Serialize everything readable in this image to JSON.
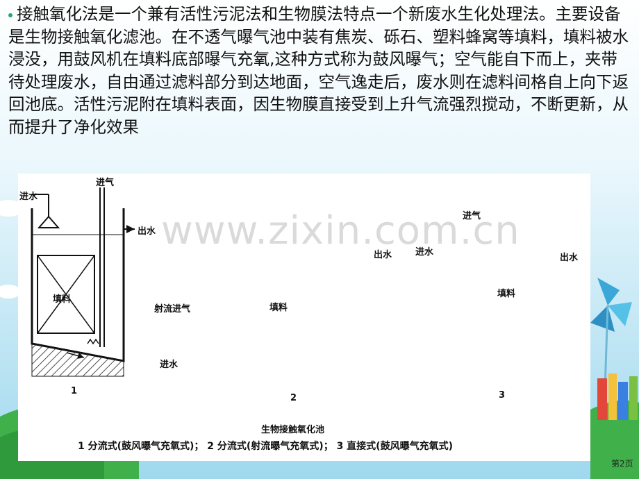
{
  "slide": {
    "paragraph": "接触氧化法是一个兼有活性污泥法和生物膜法特点一个新废水生化处理法。主要设备是生物接触氧化滤池。在不透气曝气池中装有焦炭、砾石、塑料蜂窝等填料，填料被水浸没，用鼓风机在填料底部曝气充氧,这种方式称为鼓风曝气；空气能自下而上，夹带待处理废水，自由通过滤料部分到达地面，空气逸走后，废水则在滤料间格自上向下返回池底。活性污泥附在填料表面，因生物膜直接受到上升气流强烈搅动，不断更新，从而提升了净化效果",
    "page_number": "第2页",
    "watermark": "www.zixin.com.cn"
  },
  "figure": {
    "d1": {
      "in_water": "进水",
      "in_air": "进气",
      "out_water": "出水",
      "media": "填料",
      "number": "1"
    },
    "d2": {
      "jet_air": "射流进气",
      "in_water": "进水",
      "out_water": "出水",
      "media": "填料",
      "number": "2"
    },
    "d3": {
      "in_air": "进气",
      "in_water": "进水",
      "out_water": "出水",
      "media": "填料",
      "number": "3"
    },
    "caption_title": "生物接触氧化池",
    "caption_line": "1 分流式(鼓风曝气充氧式)； 2 分流式(射流曝气充氧式)； 3 直接式(鼓风曝气充氧式)"
  },
  "colors": {
    "sky": "#9fd8ee",
    "grass": "#3fb04a",
    "text": "#111111"
  }
}
